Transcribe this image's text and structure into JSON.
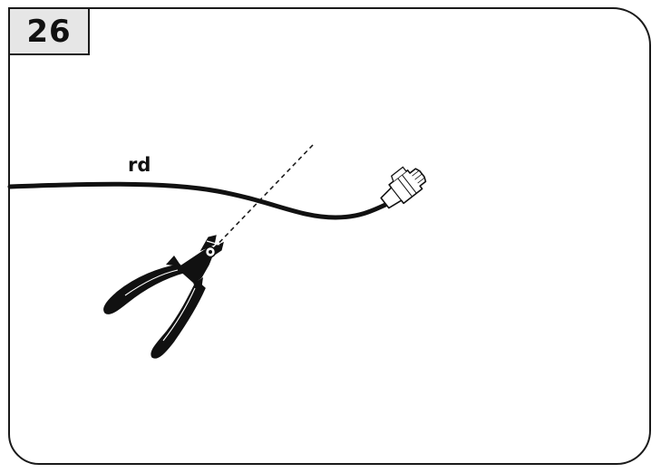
{
  "step": {
    "number": "26"
  },
  "illustration": {
    "cable_label": "rd",
    "parts": [
      "cable",
      "rj45-connector",
      "cut-line",
      "diagonal-cutter-pliers"
    ]
  }
}
